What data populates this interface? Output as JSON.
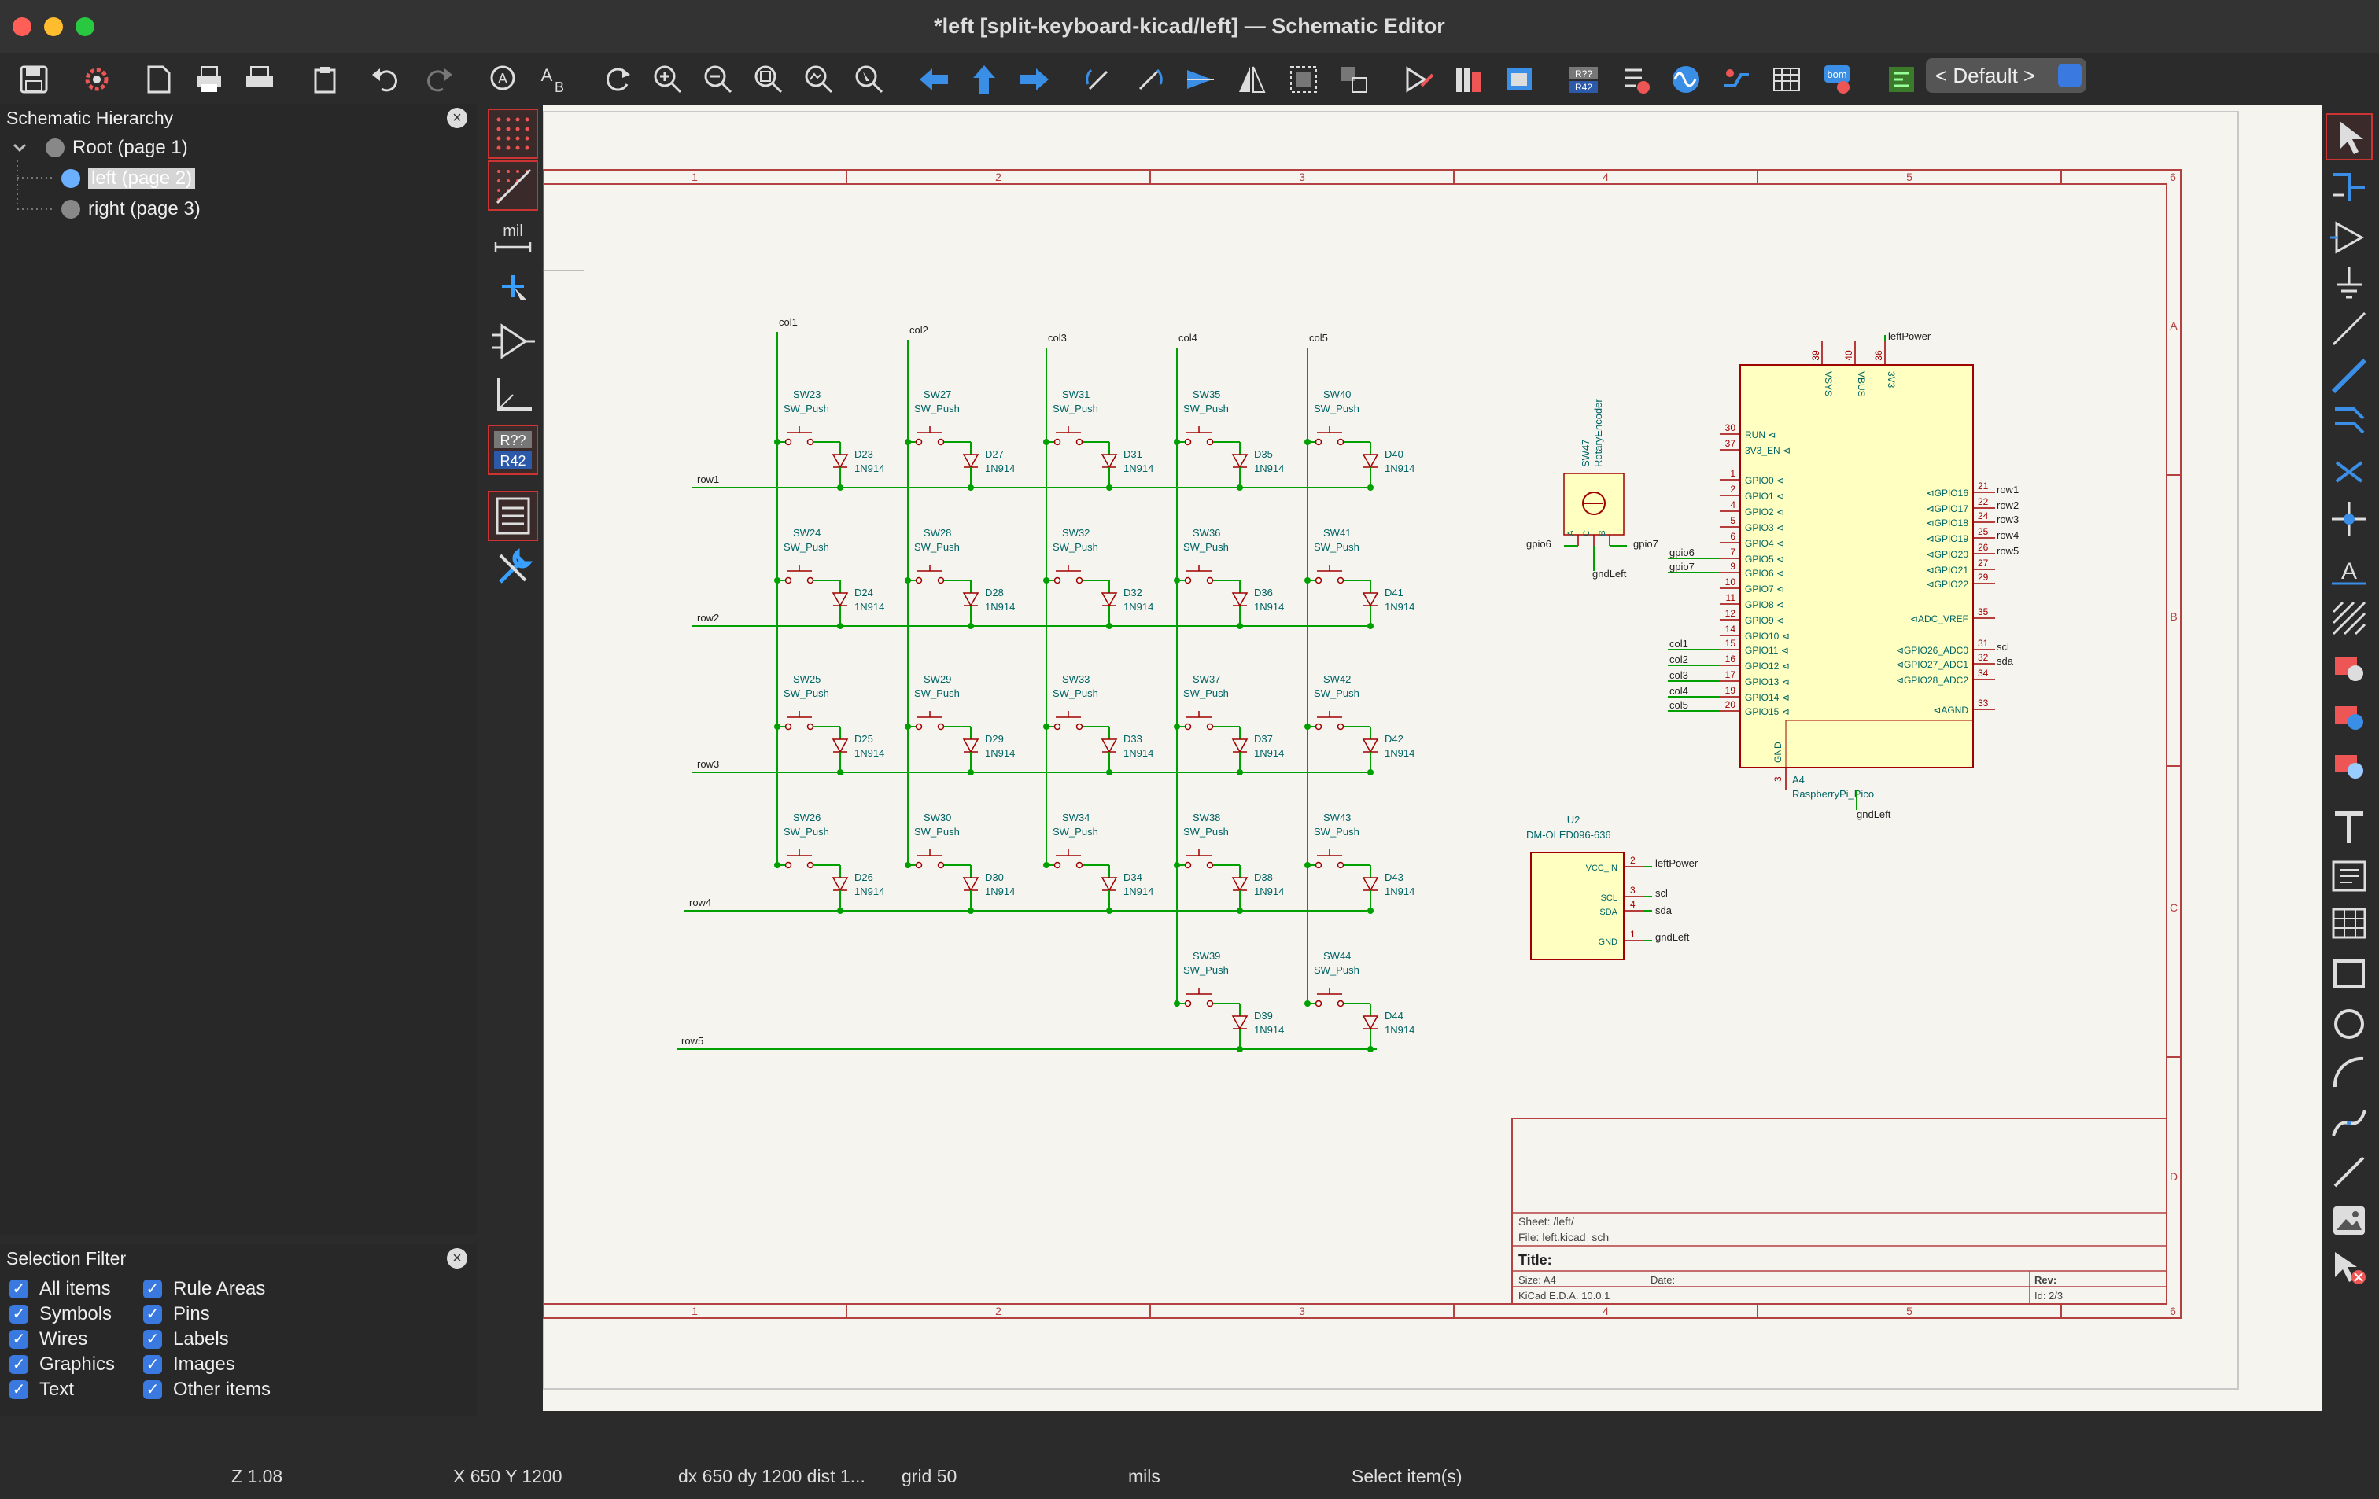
{
  "window": {
    "title": "*left [split-keyboard-kicad/left] — Schematic Editor"
  },
  "toolbar": {
    "variant": "< Default >"
  },
  "hierarchy": {
    "title": "Schematic Hierarchy",
    "root": "Root (page 1)",
    "items": [
      "left (page 2)",
      "right (page 3)"
    ]
  },
  "selection_filter": {
    "title": "Selection Filter",
    "items": [
      "All items",
      "Symbols",
      "Wires",
      "Graphics",
      "Text",
      "Rule Areas",
      "Pins",
      "Labels",
      "Images",
      "Other items"
    ]
  },
  "lefttools": {
    "units": "mil",
    "annot_top": "R??",
    "annot_bot": "R42"
  },
  "schematic": {
    "border_numbers": [
      "1",
      "2",
      "3",
      "4",
      "5",
      "6"
    ],
    "border_letters": [
      "A",
      "B",
      "C",
      "D"
    ],
    "cols": [
      "col1",
      "col2",
      "col3",
      "col4",
      "col5"
    ],
    "rows": [
      "row1",
      "row2",
      "row3",
      "row4",
      "row5"
    ],
    "switch_value": "SW_Push",
    "diode_value": "1N914",
    "switches": [
      "SW23",
      "SW27",
      "SW31",
      "SW35",
      "SW40",
      "SW24",
      "SW28",
      "SW32",
      "SW36",
      "SW41",
      "SW25",
      "SW29",
      "SW33",
      "SW37",
      "SW42",
      "SW26",
      "SW30",
      "SW34",
      "SW38",
      "SW43",
      "SW39",
      "SW44"
    ],
    "diodes": [
      "D23",
      "D27",
      "D31",
      "D35",
      "D40",
      "D24",
      "D28",
      "D32",
      "D36",
      "D41",
      "D25",
      "D29",
      "D33",
      "D37",
      "D42",
      "D26",
      "D30",
      "D34",
      "D38",
      "D43",
      "D39",
      "D44"
    ],
    "encoder": {
      "ref": "SW47",
      "value": "RotaryEncoder",
      "pin_a": "gpio6",
      "pin_b": "gpio7",
      "gnd": "gndLeft",
      "pins": [
        "A",
        "C",
        "B"
      ]
    },
    "mcu": {
      "ref": "A4",
      "value": "RaspberryPi_Pico",
      "power_label": "leftPower",
      "gnd_label": "gndLeft",
      "top_pins": [
        "39",
        "40",
        "36"
      ],
      "top_names": [
        "VSYS",
        "VBUS",
        "3V3"
      ],
      "left_pins": [
        "30",
        "37",
        "1",
        "2",
        "4",
        "5",
        "6",
        "7",
        "9",
        "10",
        "11",
        "12",
        "14",
        "15",
        "16",
        "17",
        "19",
        "20"
      ],
      "left_names": [
        "RUN",
        "3V3_EN",
        "GPIO0",
        "GPIO1",
        "GPIO2",
        "GPIO3",
        "GPIO4",
        "GPIO5",
        "GPIO6",
        "GPIO7",
        "GPIO8",
        "GPIO9",
        "GPIO10",
        "GPIO11",
        "GPIO12",
        "GPIO13",
        "GPIO14",
        "GPIO15"
      ],
      "left_nets": [
        "",
        "",
        "",
        "",
        "",
        "",
        "",
        "gpio6",
        "gpio7",
        "",
        "",
        "",
        "",
        "col1",
        "col2",
        "col3",
        "col4",
        "col5"
      ],
      "right_pins": [
        "21",
        "22",
        "24",
        "25",
        "26",
        "27",
        "29",
        "35",
        "31",
        "32",
        "34",
        "33"
      ],
      "right_names": [
        "GPIO16",
        "GPIO17",
        "GPIO18",
        "GPIO19",
        "GPIO20",
        "GPIO21",
        "GPIO22",
        "ADC_VREF",
        "GPIO26_ADC0",
        "GPIO27_ADC1",
        "GPIO28_ADC2",
        "AGND"
      ],
      "right_nets": [
        "row1",
        "row2",
        "row3",
        "row4",
        "row5",
        "",
        "",
        "",
        "scl",
        "sda",
        "",
        ""
      ],
      "gnd_pin": "3",
      "gnd_name": "GND"
    },
    "oled": {
      "ref": "U2",
      "value": "DM-OLED096-636",
      "pins": [
        "2",
        "3",
        "4",
        "1"
      ],
      "names": [
        "VCC_IN",
        "SCL",
        "SDA",
        "GND"
      ],
      "nets": [
        "leftPower",
        "scl",
        "sda",
        "gndLeft"
      ]
    },
    "titleblock": {
      "sheet": "Sheet: /left/",
      "file": "File: left.kicad_sch",
      "title": "Title:",
      "size": "Size: A4",
      "date": "Date:",
      "rev": "Rev:",
      "kicad": "KiCad E.D.A. 10.0.1",
      "id": "Id: 2/3"
    }
  },
  "status": {
    "zoom": "Z 1.08",
    "xy": "X 650  Y 1200",
    "dxdy": "dx 650  dy 1200  dist 1...",
    "grid": "grid 50",
    "units": "mils",
    "message": "Select item(s)"
  },
  "colors": {
    "wire": "#00a000",
    "symbol": "#a00000",
    "fill": "#ffffc2",
    "text": "#006464",
    "frame": "#b44040",
    "accent": "#3a7ae0"
  }
}
